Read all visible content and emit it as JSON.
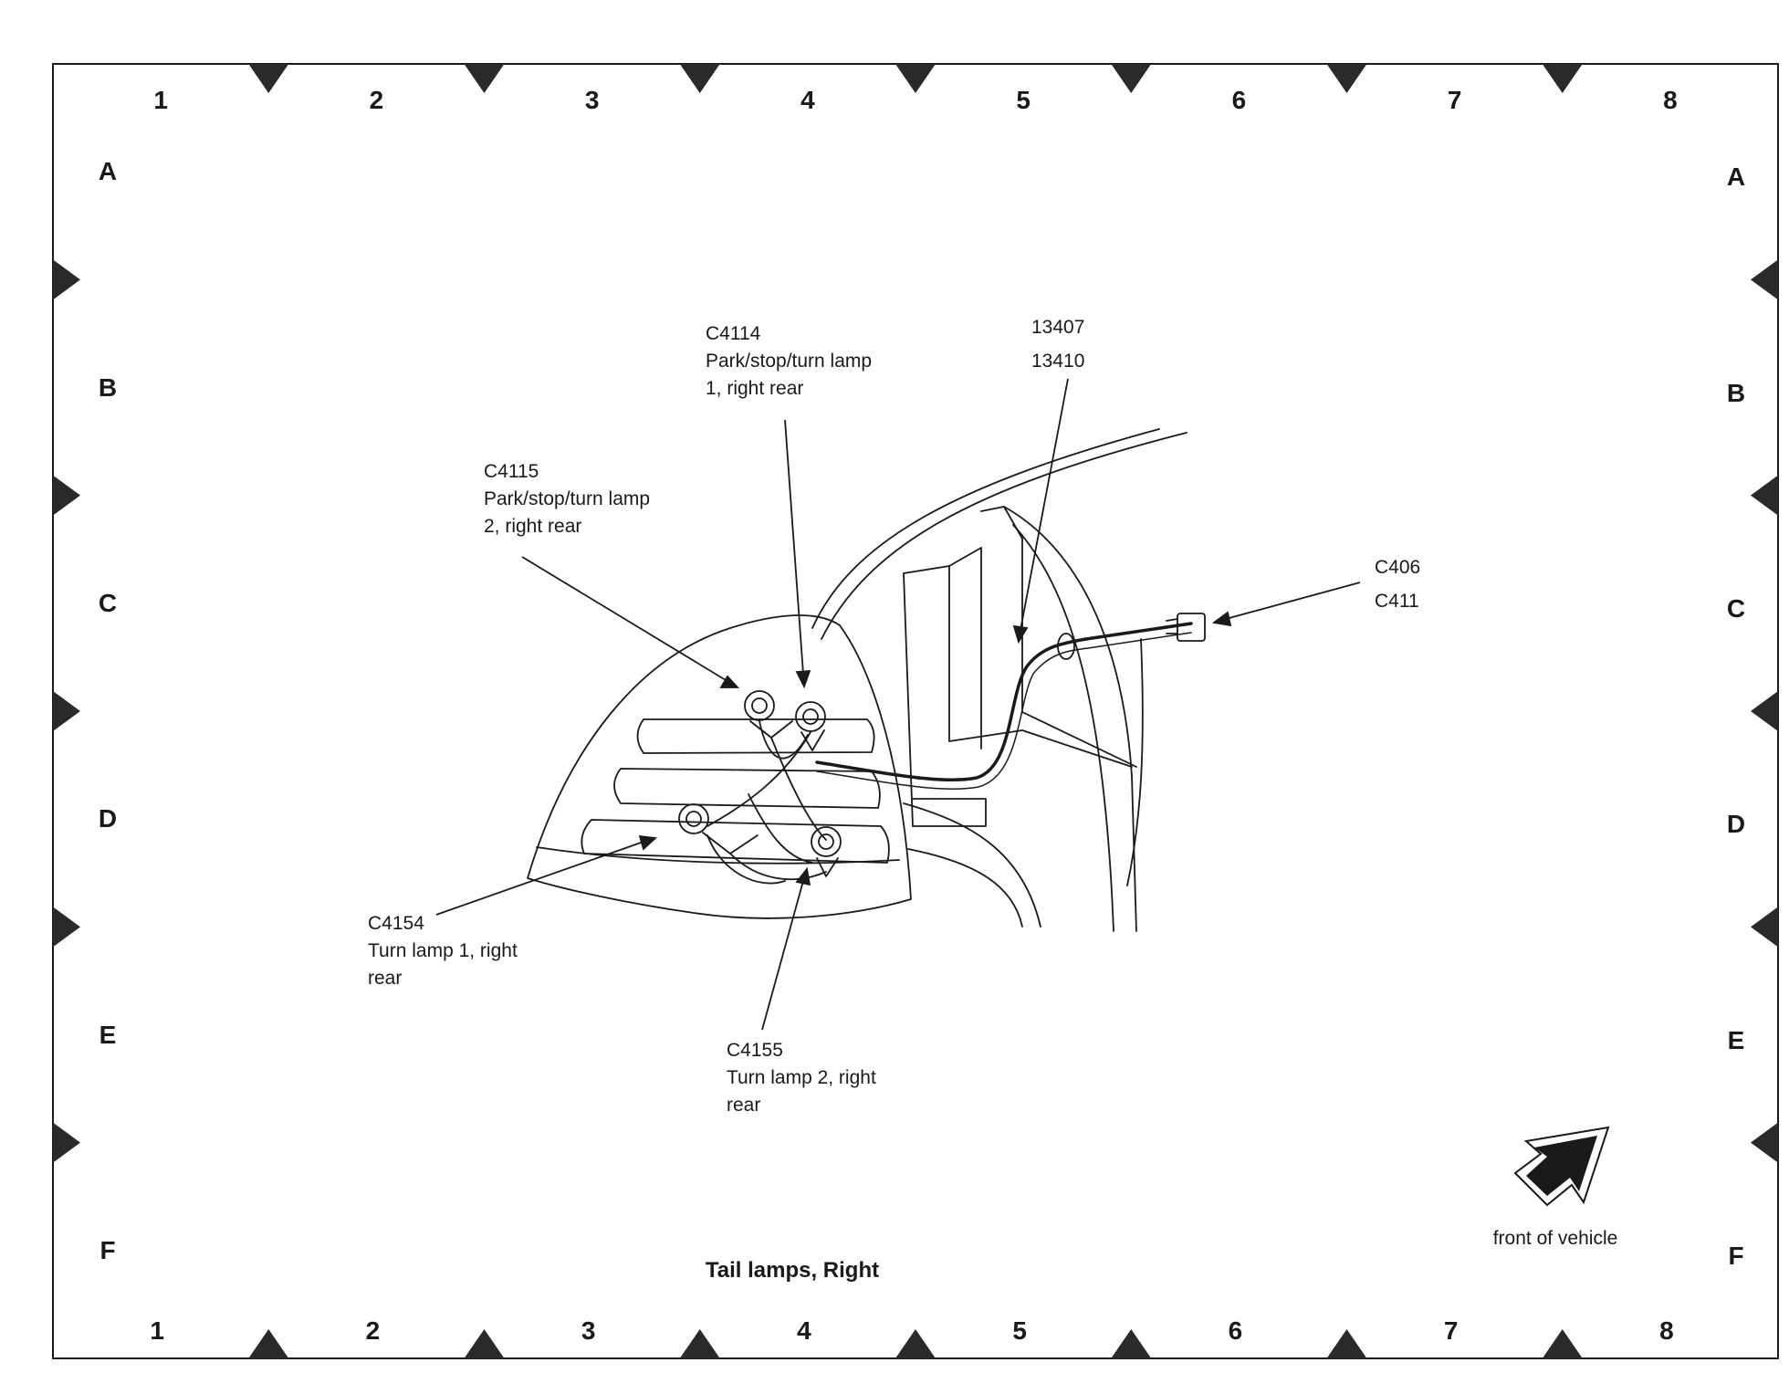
{
  "grid": {
    "columns": [
      "1",
      "2",
      "3",
      "4",
      "5",
      "6",
      "7",
      "8"
    ],
    "rows": [
      "A",
      "B",
      "C",
      "D",
      "E",
      "F"
    ]
  },
  "callouts": {
    "c4114": {
      "id": "C4114",
      "line1": "Park/stop/turn lamp",
      "line2": "1, right rear"
    },
    "c4115": {
      "id": "C4115",
      "line1": "Park/stop/turn lamp",
      "line2": "2, right rear"
    },
    "harness": {
      "line1": "13407",
      "line2": "13410"
    },
    "c406": {
      "line1": "C406",
      "line2": "C411"
    },
    "c4154": {
      "id": "C4154",
      "line1": "Turn lamp 1, right",
      "line2": "rear"
    },
    "c4155": {
      "id": "C4155",
      "line1": "Turn lamp 2, right",
      "line2": "rear"
    }
  },
  "title": "Tail lamps, Right",
  "orientation": {
    "label": "front of vehicle",
    "icon": "front-of-vehicle-arrow-icon"
  },
  "colors": {
    "ink": "#1a1a1a",
    "marker": "#2a2a2a",
    "background": "#ffffff"
  }
}
